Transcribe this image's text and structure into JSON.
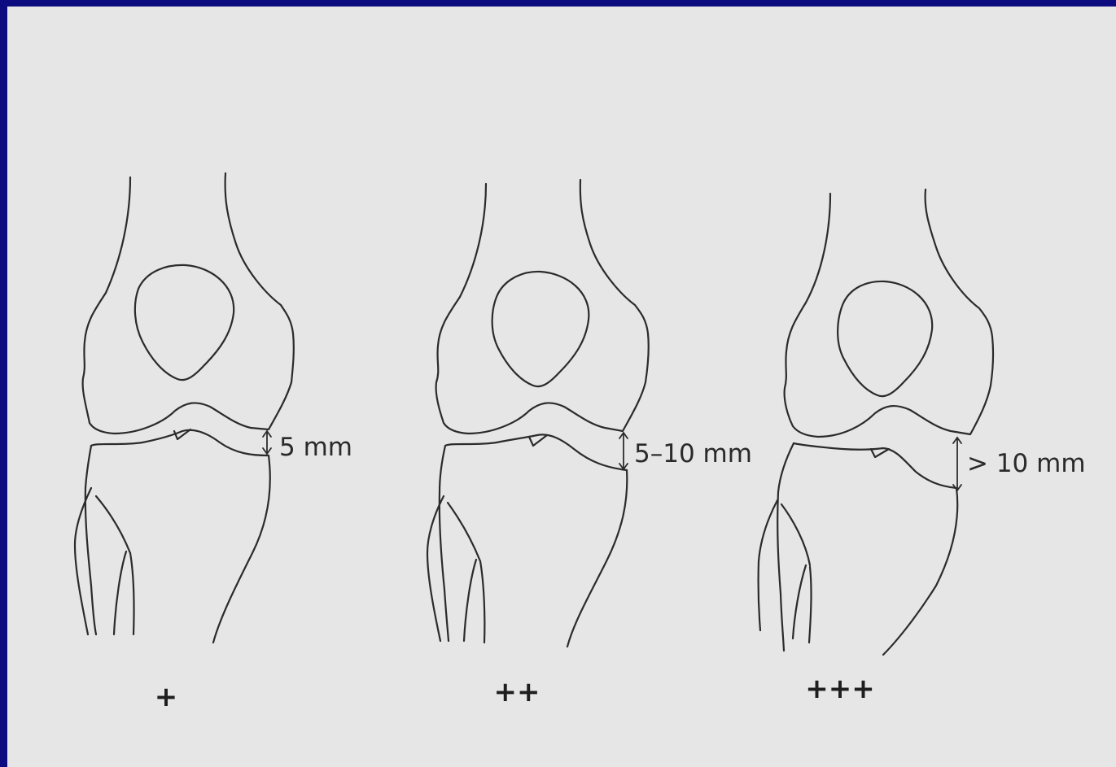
{
  "colors": {
    "slide_background": "#0c0c80",
    "page_background": "#e6e6e6",
    "line": "#2b2b2b"
  },
  "knees": [
    {
      "grade": "+",
      "gap": "5 mm"
    },
    {
      "grade": "++",
      "gap": "5–10 mm"
    },
    {
      "grade": "+++",
      "gap": "> 10 mm"
    }
  ]
}
